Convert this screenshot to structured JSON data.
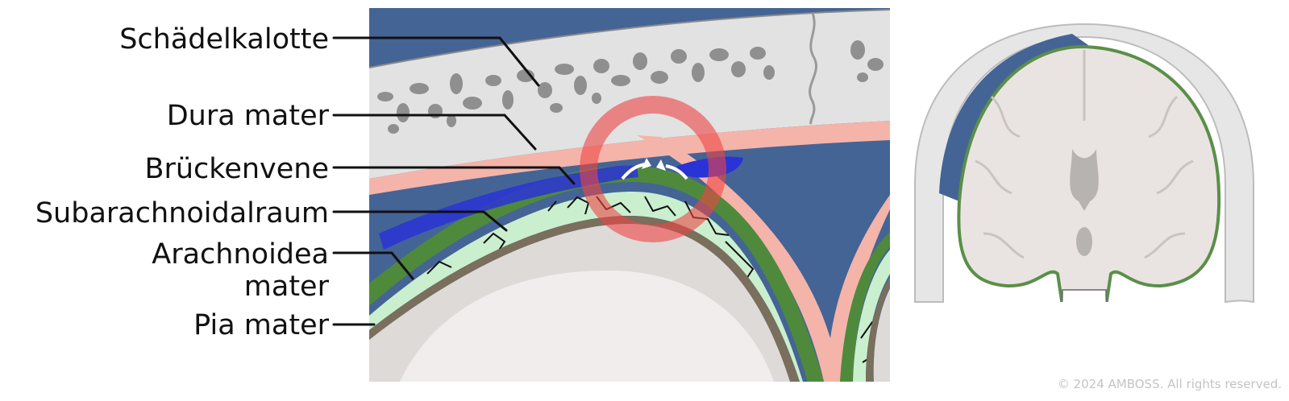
{
  "labels": {
    "skull": "Schädelkalotte",
    "dura": "Dura mater",
    "bridging_vein": "Brückenvene",
    "subarachnoid": "Subarachnoidalraum",
    "arachnoid_line1": "Arachnoidea",
    "arachnoid_line2": "mater",
    "pia": "Pia mater"
  },
  "copyright": "© 2024 AMBOSS. All rights reserved.",
  "colors": {
    "bone": "#e2e2e2",
    "bone_pores": "#8f8f8f",
    "dura": "#f4b4aa",
    "subdural_hematoma": "#446496",
    "arachnoid": "#4f8a3c",
    "subarachnoid_space": "#c9efcf",
    "pia": "#7a6e5c",
    "brain": "#dedad8",
    "highlight_ring": "#ee4444",
    "bridging_vein": "#2a33d6"
  }
}
